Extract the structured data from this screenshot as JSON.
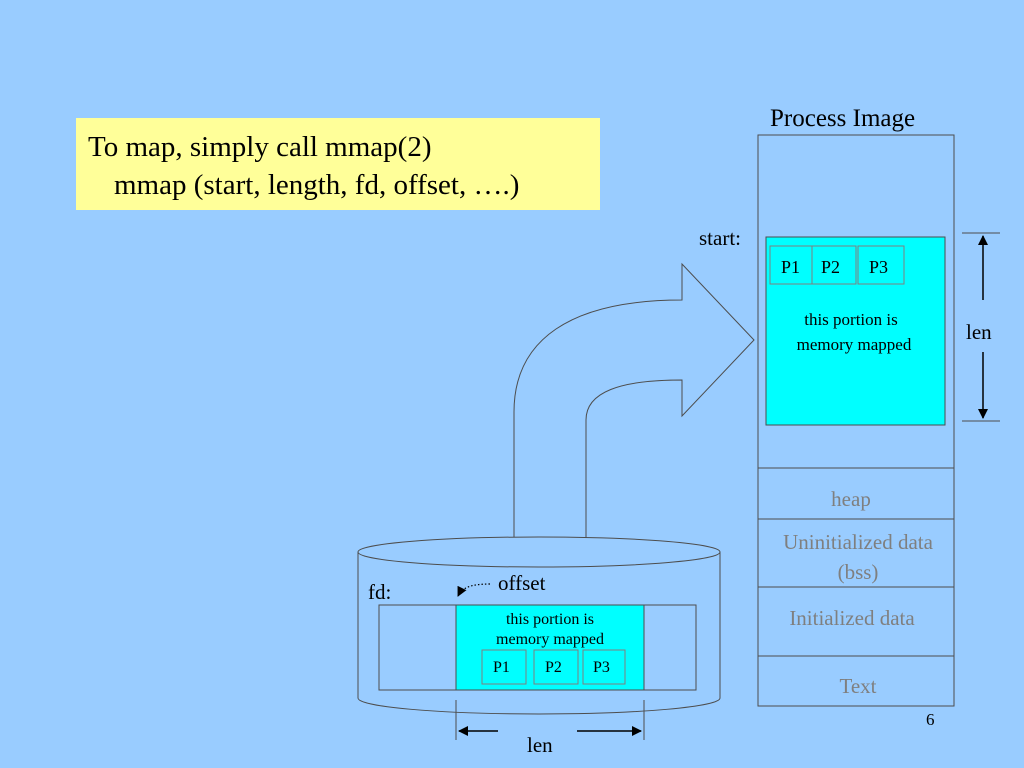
{
  "callout": {
    "line1": "To map,  simply call mmap(2)",
    "line2": "mmap (start, length, fd, offset, ….)"
  },
  "process_image": {
    "title": "Process  Image",
    "start_label": "start:",
    "len_label": "len",
    "mapped_pages": [
      "P1",
      "P2",
      "P3"
    ],
    "mapped_text_line1": "this portion is",
    "mapped_text_line2": "memory mapped",
    "segments": {
      "heap": "heap",
      "bss_line1": "Uninitialized data",
      "bss_line2": "(bss)",
      "initialized": "Initialized data",
      "text": "Text"
    }
  },
  "file": {
    "fd_label": "fd:",
    "offset_label": "offset",
    "len_label": "len",
    "mapped_text_line1": "this portion is",
    "mapped_text_line2": "memory mapped",
    "pages": [
      "P1",
      "P2",
      "P3"
    ]
  },
  "page_number": "6",
  "colors": {
    "background": "#99ccff",
    "callout": "#ffff99",
    "mapped_region": "#00ffff",
    "segment_text": "#7f7f7f"
  },
  "icons": [
    "curved-arrow-icon",
    "double-arrow-icon",
    "dotted-arrow-icon"
  ]
}
